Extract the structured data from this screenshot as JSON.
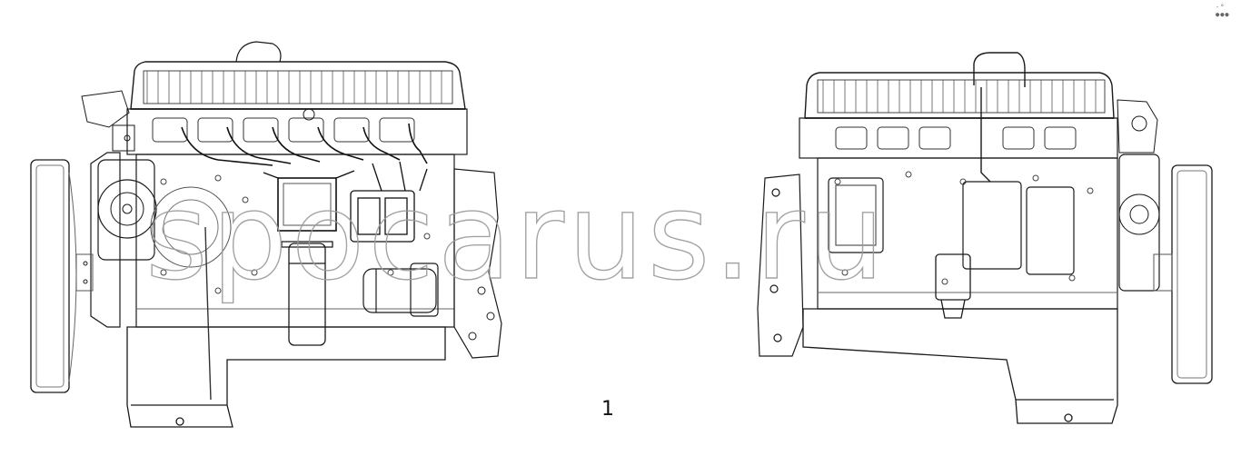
{
  "figure": {
    "reference_number": "1",
    "corner_mark": "-° ●●●"
  },
  "watermark": {
    "text": "spocarus.ru"
  },
  "colors": {
    "line": "#1a1a1a",
    "light_line": "#8a8a8a",
    "watermark_outline": "#9a9a9a",
    "background": "#ffffff"
  },
  "views": [
    {
      "name": "engine-left-side-view"
    },
    {
      "name": "engine-right-side-view"
    }
  ]
}
